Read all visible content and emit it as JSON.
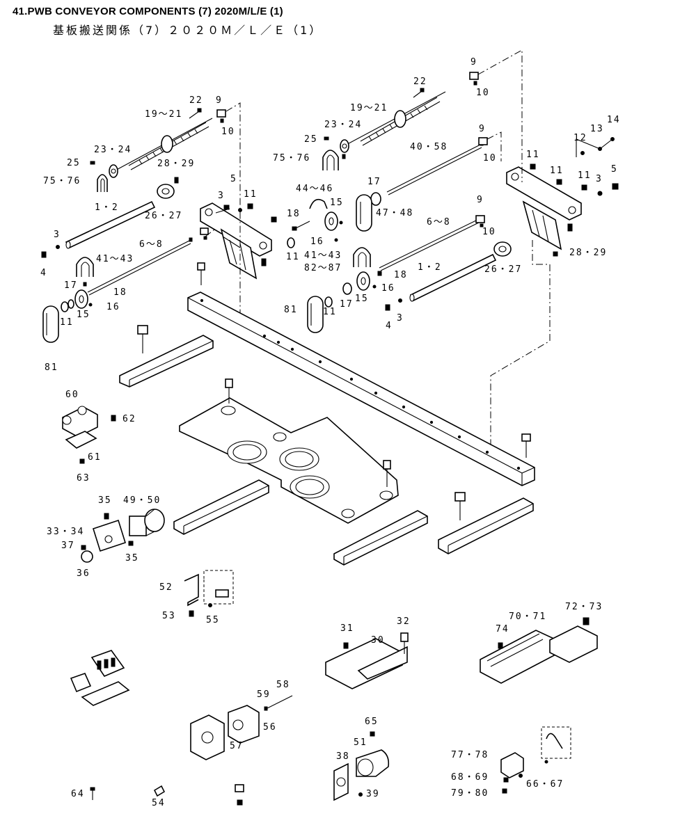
{
  "header": {
    "title": "41.PWB CONVEYOR COMPONENTS (7) 2020M/L/E (1)",
    "subtitle": "基板搬送関係（7）２０２０Ｍ／Ｌ／Ｅ（1）"
  },
  "callouts": [
    "22",
    "9",
    "19～21",
    "10",
    "23・24",
    "25",
    "75・76",
    "28・29",
    "1・2",
    "3",
    "5",
    "11",
    "26・27",
    "3",
    "4",
    "6～8",
    "41～43",
    "17",
    "18",
    "16",
    "15",
    "11",
    "81",
    "22",
    "9",
    "19～21",
    "10",
    "23・24",
    "25",
    "75・76",
    "40・58",
    "9",
    "10",
    "12",
    "13",
    "14",
    "11",
    "11",
    "11",
    "3",
    "5",
    "44～46",
    "17",
    "15",
    "18",
    "47・48",
    "16",
    "11",
    "9",
    "6～8",
    "10",
    "41～43",
    "82～87",
    "28・29",
    "1・2",
    "26・27",
    "18",
    "16",
    "15",
    "17",
    "11",
    "81",
    "4",
    "3",
    "60",
    "62",
    "61",
    "63",
    "35",
    "49・50",
    "33・34",
    "37",
    "35",
    "36",
    "52",
    "53",
    "55",
    "31",
    "32",
    "30",
    "72・73",
    "70・71",
    "74",
    "58",
    "59",
    "56",
    "57",
    "65",
    "51",
    "38",
    "39",
    "77・78",
    "68・69",
    "66・67",
    "79・80",
    "64",
    "54"
  ]
}
